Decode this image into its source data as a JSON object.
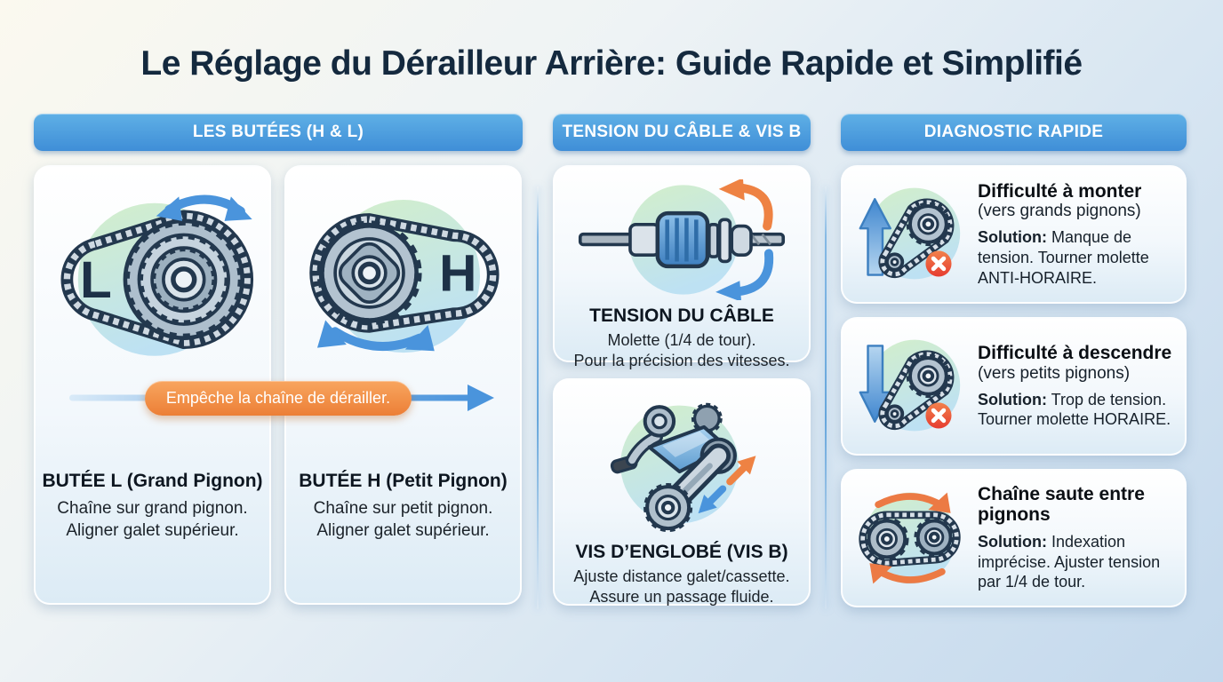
{
  "title": "Le Réglage du Dérailleur Arrière: Guide Rapide et Simplifié",
  "colors": {
    "accent_blue": "#4a94dc",
    "header_blue_top": "#5fb0e6",
    "header_blue_bottom": "#3f8ed7",
    "callout_orange": "#ec7f36",
    "error_red": "#e84335",
    "title_navy": "#14293e"
  },
  "columns": {
    "limits": {
      "header": "LES BUTÉES (H & L)",
      "callout": "Empêche la chaîne de dérailler.",
      "cards": [
        {
          "icon": "cassette-chain-l",
          "letter": "L",
          "title": "BUTÉE L (Grand Pignon)",
          "line1": "Chaîne sur grand pignon.",
          "line2": "Aligner galet supérieur."
        },
        {
          "icon": "sprocket-chain-h",
          "letter": "H",
          "title": "BUTÉE H (Petit Pignon)",
          "line1": "Chaîne sur petit pignon.",
          "line2": "Aligner galet supérieur."
        }
      ]
    },
    "tension": {
      "header": "TENSION DU CÂBLE & VIS B",
      "cards": [
        {
          "icon": "barrel-adjuster",
          "title": "TENSION DU CÂBLE",
          "line1": "Molette (1/4 de tour).",
          "line2": "Pour la précision des vitesses."
        },
        {
          "icon": "rear-derailleur",
          "title": "VIS D’ENGLOBÉ (VIS B)",
          "line1": "Ajuste distance galet/cassette.",
          "line2": "Assure un passage fluide."
        }
      ]
    },
    "diagnostic": {
      "header": "DIAGNOSTIC RAPIDE",
      "cards": [
        {
          "icon": "shift-up-problem",
          "title": "Difficulté à monter",
          "subtitle": "(vers grands pignons)",
          "solution_label": "Solution:",
          "solution_text": " Manque de tension. Tourner molette ANTI-HORAIRE."
        },
        {
          "icon": "shift-down-problem",
          "title": "Difficulté à descendre",
          "subtitle": "(vers petits pignons)",
          "solution_label": "Solution:",
          "solution_text": " Trop de tension. Tourner molette HORAIRE."
        },
        {
          "icon": "chain-skip",
          "title": "Chaîne saute entre pignons",
          "subtitle": "",
          "solution_label": "Solution:",
          "solution_text": " Indexation imprécise. Ajuster tension par 1/4 de tour."
        }
      ]
    }
  }
}
